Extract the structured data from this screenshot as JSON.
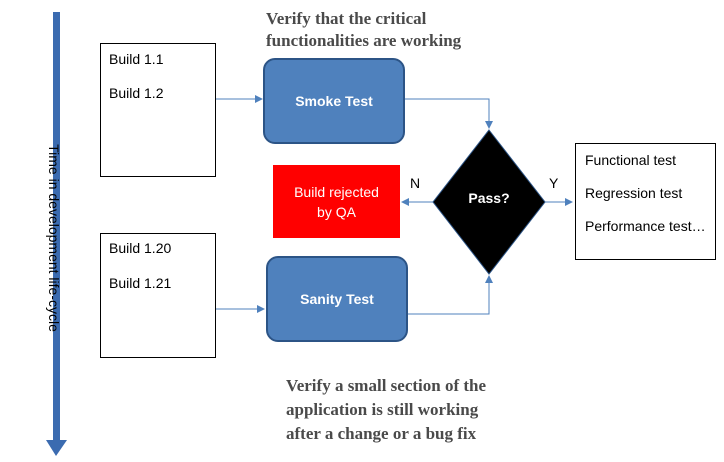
{
  "timeline": {
    "label": "Time in development life-cycle"
  },
  "notes": {
    "smoke_line1": "Verify that the critical",
    "smoke_line2": "functionalities are working",
    "sanity_line1": "Verify a small section of the",
    "sanity_line2": "application is still working",
    "sanity_line3": "after a change or a bug fix"
  },
  "builds_top": [
    "Build 1.1",
    "Build 1.2"
  ],
  "builds_bottom": [
    "Build 1.20",
    "Build 1.21"
  ],
  "smoke_test": {
    "label": "Smoke Test"
  },
  "sanity_test": {
    "label": "Sanity Test"
  },
  "decision": {
    "label": "Pass?",
    "no": "N",
    "yes": "Y"
  },
  "rejected": {
    "line1": "Build rejected",
    "line2": "by QA"
  },
  "next_tests": [
    "Functional test",
    "Regression test",
    "Performance test…"
  ],
  "colors": {
    "test_fill": "#4f81bd",
    "test_border": "#2c5486",
    "reject": "#ff0000",
    "timeline": "#3b6bb0",
    "connector": "#4f81bd"
  }
}
